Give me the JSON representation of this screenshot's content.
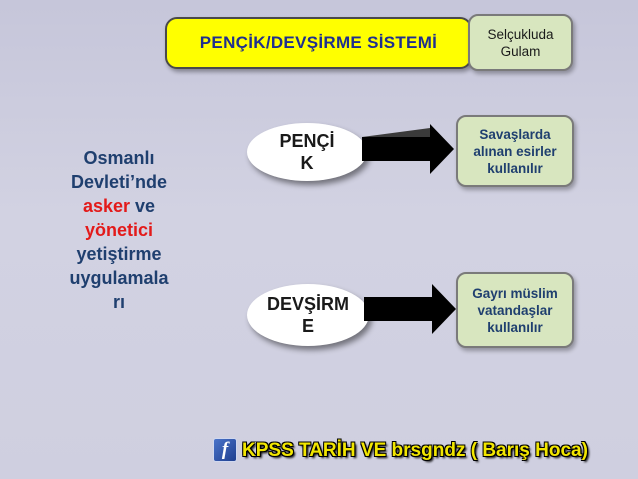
{
  "title": "PENÇİK/DEVŞİRME SİSTEMİ",
  "callout": {
    "line1": "Selçukluda",
    "line2": "Gulam"
  },
  "left_text": {
    "line1": "Osmanlı",
    "line2": "Devleti’nde",
    "line3_red": "asker",
    "line3_rest": " ve",
    "line4_red": "yönetici",
    "line5": "yetiştirme",
    "line6": "uygulamala",
    "line7": "rı"
  },
  "pencik": {
    "line1": "PENÇİ",
    "line2": "K"
  },
  "devsirme": {
    "line1": "DEVŞİRM",
    "line2": "E"
  },
  "result_pencik": {
    "line1": "Savaşlarda",
    "line2": "alınan esirler",
    "line3": "kullanılır"
  },
  "result_devsirme": {
    "line1": "Gayrı müslim",
    "line2": "vatandaşlar",
    "line3": "kullanılır"
  },
  "footer": {
    "icon": "facebook-icon",
    "icon_letter": "f",
    "text": "KPSS TARİH VE brsgndz ( Barış  Hoca)"
  },
  "colors": {
    "title_fill": "#ffff00",
    "box_fill": "#d8e6bf",
    "accent_red": "#e31a1a",
    "text_blue": "#1f3f6f",
    "footer_yellow": "#f2e600"
  }
}
